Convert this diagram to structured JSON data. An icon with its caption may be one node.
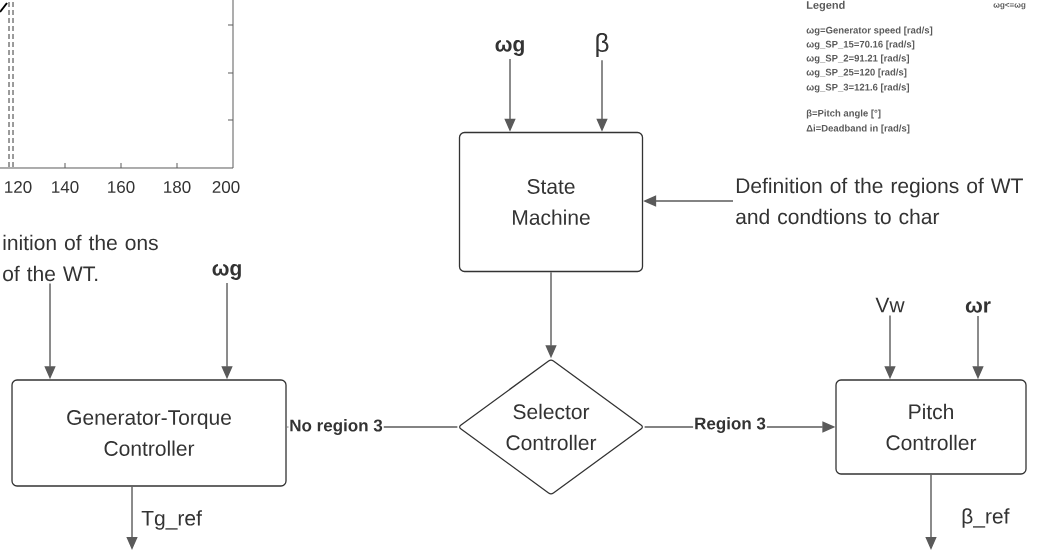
{
  "diagram": {
    "nodes": [
      {
        "text": [
          "ωg"
        ]
      },
      {
        "text": [
          "β"
        ]
      },
      {
        "text": [
          "State Machine"
        ]
      },
      {
        "text": [
          "Definition of the regions of WT and condtions to char"
        ]
      },
      {
        "text": [
          "inition of the ons of the WT."
        ]
      },
      {
        "text": [
          "ωg"
        ]
      },
      {
        "text": [
          "Vw"
        ]
      },
      {
        "text": [
          "ωr"
        ]
      },
      {
        "text": [
          "Selector Controller"
        ]
      },
      {
        "text": [
          "Generator-Torque Controller"
        ]
      },
      {
        "text": [
          "Pitch Controller"
        ]
      }
    ],
    "edges": [
      {
        "from": 0,
        "to": 2,
        "arrow": "to"
      },
      {
        "from": 1,
        "to": 2,
        "arrow": "to"
      },
      {
        "from": 3,
        "to": 2,
        "arrow": "to"
      },
      {
        "from": 2,
        "to": 8,
        "arrow": "to"
      },
      {
        "from": 8,
        "to": 9,
        "arrow": "to",
        "label": "No region 3"
      },
      {
        "from": 8,
        "to": 10,
        "arrow": "to",
        "label": "Region 3"
      },
      {
        "from": 6,
        "to": 10,
        "arrow": "to"
      },
      {
        "from": 7,
        "to": 10,
        "arrow": "to"
      },
      {
        "from": 4,
        "to": 9,
        "arrow": "to"
      },
      {
        "from": 5,
        "to": 9,
        "arrow": "to"
      },
      {
        "from": 9,
        "to": null,
        "arrow": "to",
        "label": "Tg_ref"
      },
      {
        "from": 10,
        "to": null,
        "arrow": "to",
        "label": "β_ref"
      }
    ],
    "labels": [
      "120",
      "140",
      "160",
      "180",
      "200",
      "Legend",
      "ωg<=ωg",
      "ωg=Generator speed [rad/s]",
      "ωg_SP_15=70.16 [rad/s]",
      "ωg_SP_2=91.21 [rad/s]",
      "ωg_SP_25=120 [rad/s]",
      "ωg_SP_3=121.6 [rad/s]",
      "β=Pitch angle [°]",
      "Δi=Deadband in [rad/s]"
    ]
  }
}
